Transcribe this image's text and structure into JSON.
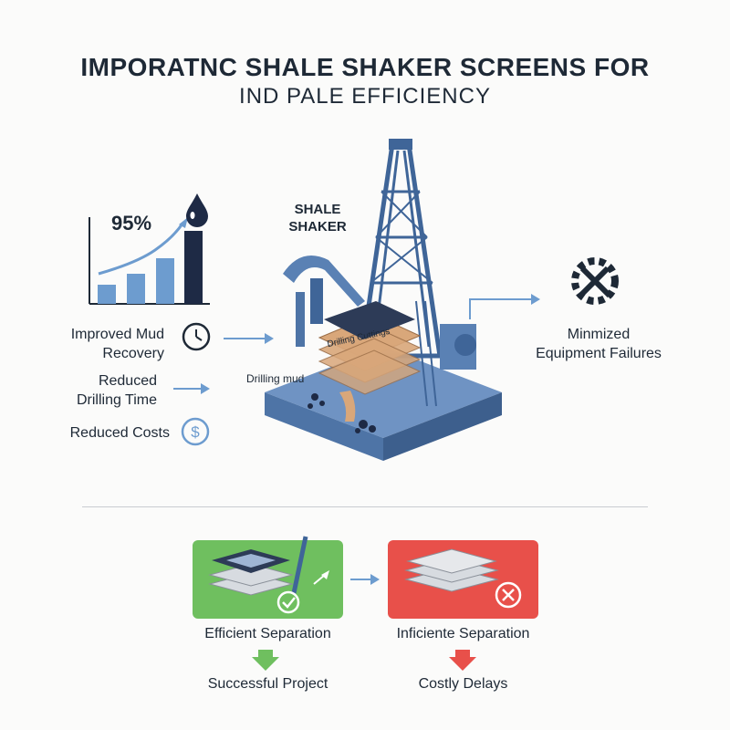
{
  "title": {
    "line1": "IMPORATNC SHALE SHAKER SCREENS FOR",
    "line2": "IND PALE EFFICIENCY"
  },
  "chart_stat": {
    "percent": "95%"
  },
  "benefits": [
    {
      "label_lines": [
        "Improved Mud",
        "Recovery"
      ],
      "icon": "clock-icon"
    },
    {
      "label_lines": [
        "Reduced",
        "Drilling Time"
      ],
      "icon": "arrow-right-icon"
    },
    {
      "label_lines": [
        "Reduced Costs"
      ],
      "icon": "dollar-icon"
    }
  ],
  "rig": {
    "shaker_label_line1": "SHALE",
    "shaker_label_line2": "SHAKER",
    "drilling_mud": "Drilling mud",
    "drilling_cuttings": "Drilling Cuttings"
  },
  "right_result": {
    "line1": "Minmized",
    "line2": "Equipment Failures",
    "icon": "wrench-gear-icon"
  },
  "outcomes": {
    "good": {
      "caption": "Efficient Separation",
      "result": "Successful Project",
      "color": "#6fbf5f",
      "icon": "check-icon"
    },
    "bad": {
      "caption": "Inficiente Separation",
      "result": "Costly Delays",
      "color": "#e8504a",
      "icon": "x-circle-icon"
    }
  },
  "colors": {
    "steel_blue": "#5d86b8",
    "dark_navy": "#1e2a45",
    "arrow_blue": "#6d9ccf",
    "cuttings_tan": "#d9a77a"
  }
}
